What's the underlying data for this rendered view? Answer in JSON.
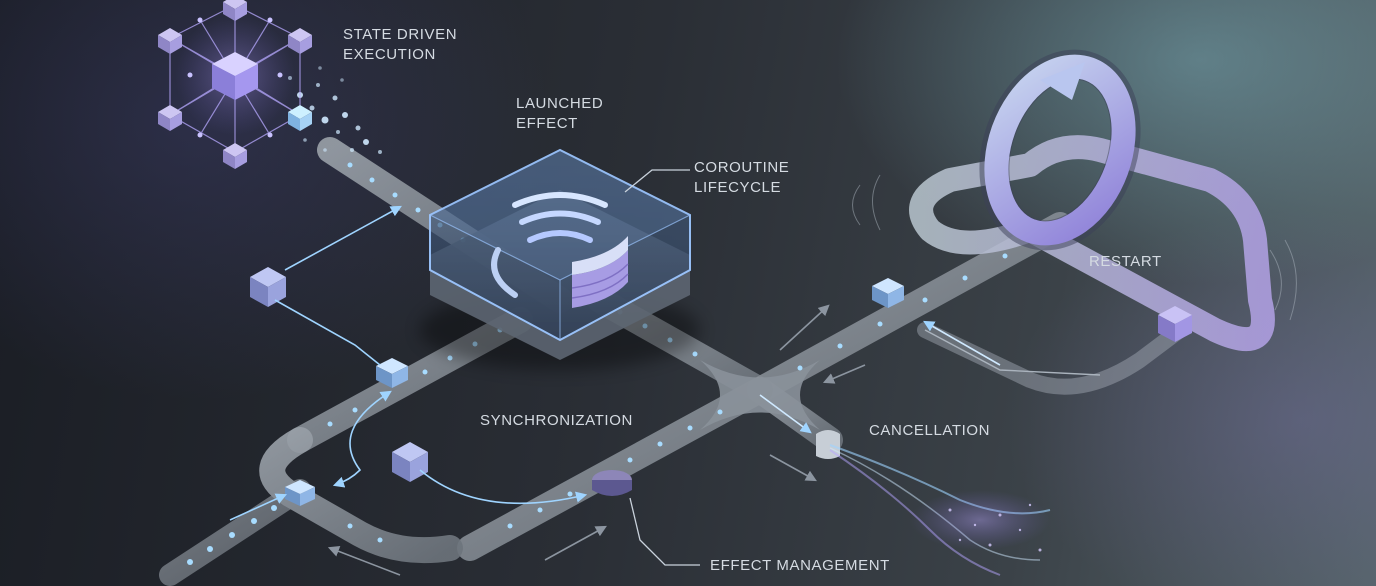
{
  "labels": {
    "state_driven_execution": "STATE DRIVEN\nEXECUTION",
    "launched_effect": "LAUNCHED\nEFFECT",
    "coroutine_lifecycle": "COROUTINE\nLIFECYCLE",
    "restart": "RESTART",
    "synchronization": "SYNCHRONIZATION",
    "cancellation": "CANCELLATION",
    "effect_management": "EFFECT MANAGEMENT"
  },
  "colors": {
    "track": "#8d949c",
    "glow": "#8fd0ff",
    "accent_violet": "#a99ae8",
    "label_text": "#d5dbe2"
  },
  "icons": [
    "node-cube-icon",
    "network-cube-icon",
    "restart-loop-icon",
    "arrow-icon"
  ]
}
